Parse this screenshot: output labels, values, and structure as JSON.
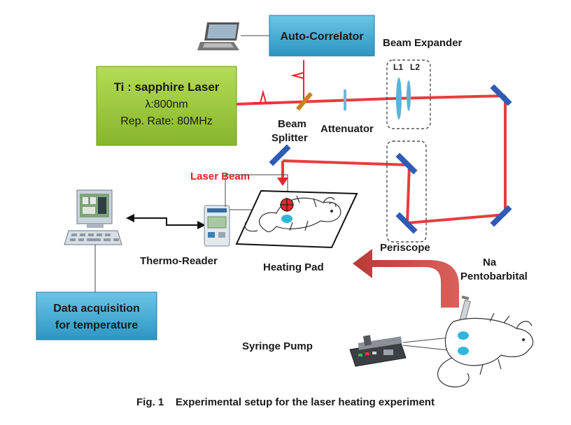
{
  "labels": {
    "auto_correlator": "Auto-Correlator",
    "beam_expander": "Beam Expander",
    "lens_l1": "L1",
    "lens_l2": "L2",
    "laser_line1": "Ti : sapphire Laser",
    "laser_line2": "λ:800nm",
    "laser_line3": "Rep. Rate: 80MHz",
    "beam_splitter_1": "Beam",
    "beam_splitter_2": "Splitter",
    "attenuator": "Attenuator",
    "laser_beam": "Laser Beam",
    "periscope": "Periscope",
    "thermo_reader": "Thermo-Reader",
    "heating_pad": "Heating Pad",
    "na_1": "Na",
    "na_2": "Pentobarbital",
    "data_acq_1": "Data acquisition",
    "data_acq_2": "for temperature",
    "syringe_pump": "Syringe Pump"
  },
  "caption": "Fig. 1    Experimental setup for the laser heating experiment",
  "colors": {
    "box_blue": "#3aa6cf",
    "laser_green": "#9bc93a",
    "beam_red": "#e8262b",
    "mirror_blue": "#2f5bb5",
    "arrow_red": "#c9413f",
    "label_red": "#e02020"
  }
}
